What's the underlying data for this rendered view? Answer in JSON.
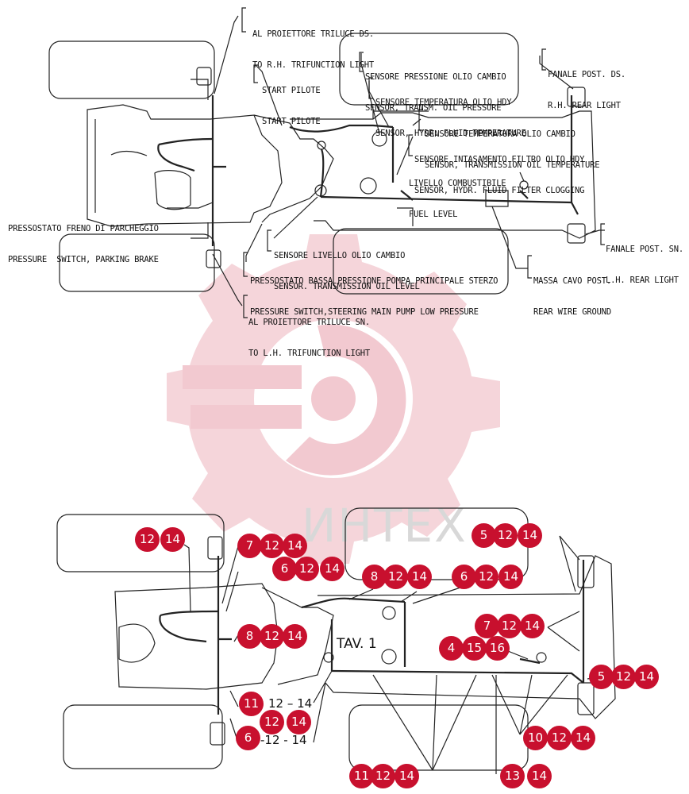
{
  "watermark": {
    "brand": "ИНТЕХ",
    "color": "#c8102e"
  },
  "top_labels": {
    "front_right_light": [
      "AL PROIETTORE TRILUCE DS.",
      "TO R.H. TRIFUNCTION LIGHT"
    ],
    "start_pilote": [
      "START PILOTE",
      "START PILOTE"
    ],
    "trans_oil_pressure": [
      "SENSORE PRESSIONE OLIO CAMBIO",
      "SENSOR, TRANSM. OIL PRESSURE"
    ],
    "hydr_fluid_temp": [
      "SENSORE TEMPERATURA OLIO HDY",
      "SENSOR, HYDR. FLUID TEMPERATURE"
    ],
    "trans_oil_temp": [
      "SENSORE TEMPERATURA OLIO CAMBIO",
      "SENSOR, TRANSMISSION OIL TEMPERATURE"
    ],
    "filter_clogging": [
      "SENSORE INTASAMENTO FILTRO OLIO HDY",
      "SENSOR, HYDR. FLUID FILTER CLOGGING"
    ],
    "fuel_level": [
      "LIVELLO COMBUSTIBILE",
      "FUEL LEVEL"
    ],
    "rear_right_light": [
      "FANALE POST. DS.",
      "R.H. REAR LIGHT"
    ],
    "parking_brake": [
      "PRESSOSTATO FRENO DI PARCHEGGIO",
      "PRESSURE  SWITCH, PARKING BRAKE"
    ],
    "trans_oil_level": [
      "SENSORE LIVELLO OLIO CAMBIO",
      "SENSOR. TRANSMISSION OIL LEVEL"
    ],
    "steering_pump": [
      "PRESSOSTATO BASSA PRESSIONE POMPA PRINCIPALE STERZO",
      "PRESSURE SWITCH,STEERING MAIN PUMP LOW PRESSURE"
    ],
    "rear_wire_ground": [
      "MASSA CAVO POST.",
      "REAR WIRE GROUND"
    ],
    "rear_left_light": [
      "FANALE POST. SN.",
      "L.H. REAR LIGHT"
    ],
    "front_left_light": [
      "AL PROIETTORE TRILUCE SN.",
      "TO L.H. TRIFUNCTION LIGHT"
    ]
  },
  "bottom": {
    "plate_label": "TAV. 1",
    "callouts": [
      [
        "12",
        "14"
      ],
      [
        "7",
        "12",
        "14"
      ],
      [
        "6",
        "12",
        "14"
      ],
      [
        "8",
        "12",
        "14"
      ],
      [
        "6",
        "12",
        "14"
      ],
      [
        "5",
        "12",
        "14"
      ],
      [
        "8",
        "12",
        "14"
      ],
      [
        "7",
        "12",
        "14"
      ],
      [
        "4",
        "15",
        "16"
      ],
      [
        "5",
        "12",
        "14"
      ],
      [
        "11"
      ],
      [
        "12",
        "14"
      ],
      [
        "6"
      ],
      [
        "10",
        "12",
        "14"
      ],
      [
        "11",
        "12",
        "14"
      ],
      [
        "13",
        "14"
      ]
    ],
    "plain_refs": [
      "12 – 14",
      "-12 - 14"
    ]
  }
}
